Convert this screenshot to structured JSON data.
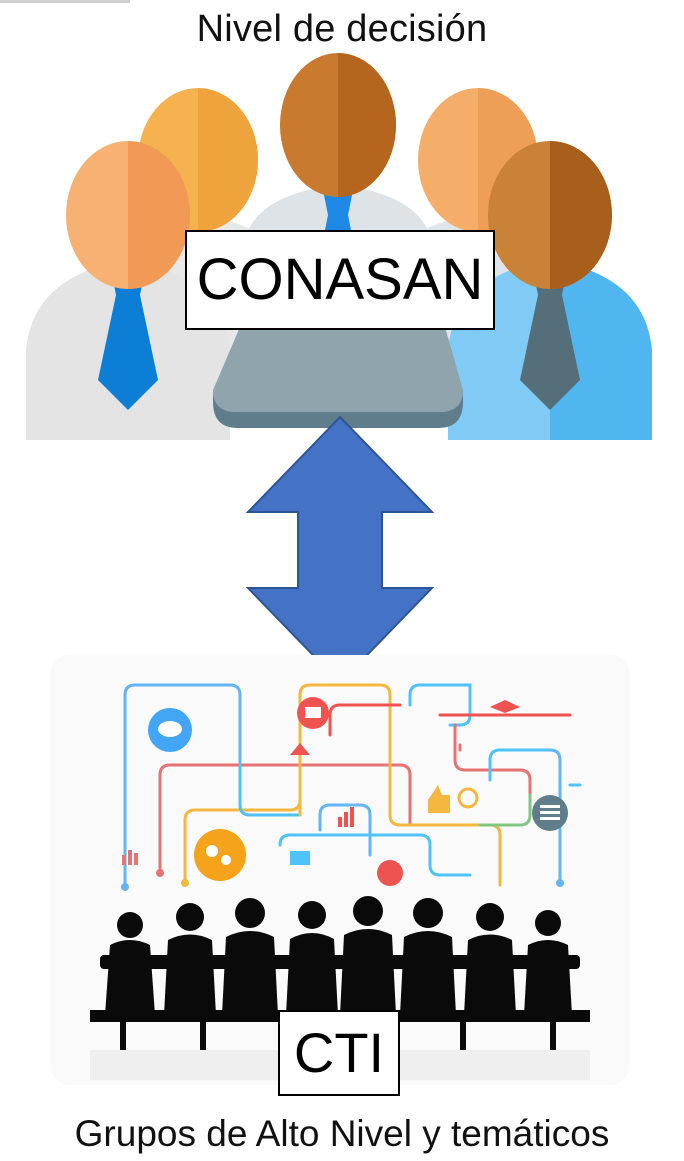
{
  "diagram": {
    "top_label": "Nivel de decisión",
    "top_box_label": "CONASAN",
    "bottom_box_label": "CTI",
    "bottom_label": "Grupos de Alto Nivel y temáticos"
  },
  "colors": {
    "arrow_fill": "#4472c4",
    "arrow_stroke": "#2f5597",
    "skin_light": "#f2a65e",
    "skin_dark": "#b5651d",
    "tie_blue": "#1e88e5",
    "table_gray": "#90a4ae"
  }
}
